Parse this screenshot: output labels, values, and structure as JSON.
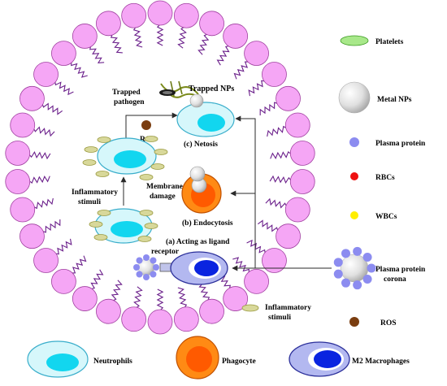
{
  "colors": {
    "lipid_head": "#f5a6f5",
    "lipid_head_stroke": "#a040a0",
    "lipid_tail": "#6a1e8a",
    "neutrophil_outer": "#d6f7fb",
    "neutrophil_stroke": "#3aaecb",
    "neutrophil_nucleus": "#12d6ef",
    "phagocyte_outer": "#ff8a14",
    "phagocyte_inner": "#ff5a00",
    "phagocyte_stroke": "#c05000",
    "macrophage_outer": "#b3b8f0",
    "macrophage_stroke": "#2b2f9a",
    "macrophage_nucleus": "#0a24e0",
    "platelet": "#a8e88a",
    "metal_np": "#d9d9d9",
    "plasma_protein": "#8c8cf0",
    "rbc": "#ee1111",
    "wbc": "#ffee00",
    "ros": "#7a3d10",
    "stimuli": "#d8d89a",
    "arrow": "#2a2a2a"
  },
  "labels": {
    "trapped_nps": "Trapped NPs",
    "trapped_pathogen": "Trapped\npathogen",
    "ros": "ROS",
    "netosis": "(c) Netosis",
    "inflammatory_stimuli": "Inflammatory\nstimuli",
    "membrane_damage": "Membrane\ndamage",
    "endocytosis": "(b) Endocytosis",
    "acting_as_ligand": "(a) Acting as ligand",
    "receptor": "receptor",
    "inflammatory_stimuli_bottom": "Inflammatory\nstimuli"
  },
  "legend": {
    "platelets": "Platelets",
    "metal_nps": "Metal NPs",
    "plasma_protein": "Plasma protein",
    "rbcs": "RBCs",
    "wbcs": "WBCs",
    "plasma_protein_corona": "Plasma protein\ncorona",
    "ros": "ROS"
  },
  "bottom_legend": {
    "neutrophils": "Neutrophils",
    "phagocyte": "Phagocyte",
    "m2_macrophages": "M2 Macrophages"
  }
}
